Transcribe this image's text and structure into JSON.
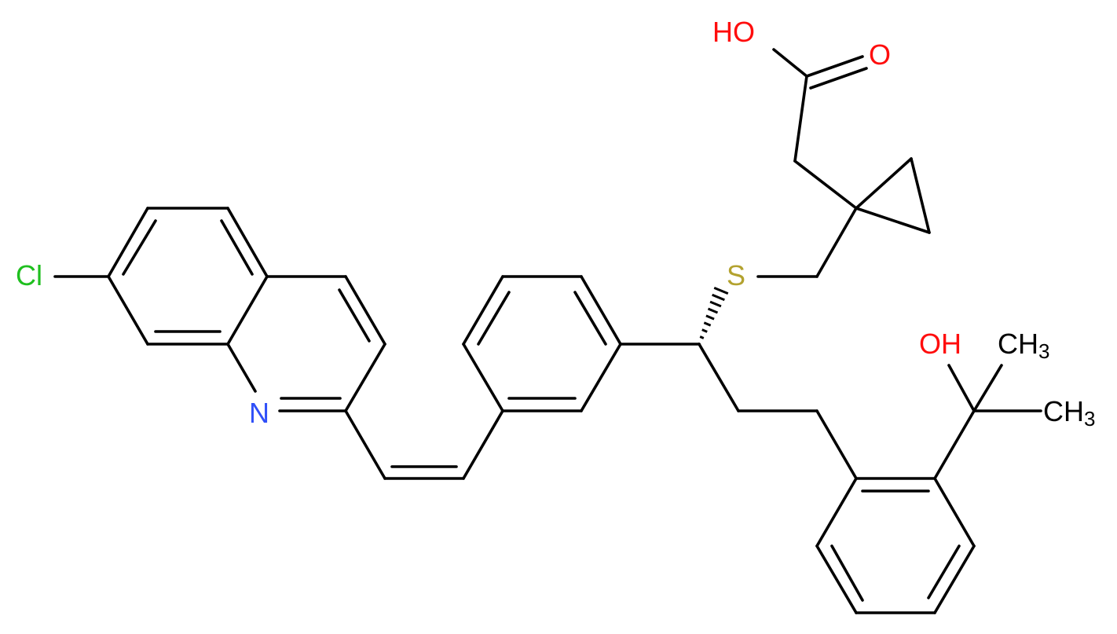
{
  "diagram": {
    "atom_labels": {
      "chlorine": "Cl",
      "nitrogen": "N",
      "sulfur": "S",
      "acid_hydroxyl": "HO",
      "carbonyl_oxygen": "O",
      "tertiary_hydroxyl": "OH",
      "methyl_top": "CH",
      "methyl_top_subscript": "3",
      "methyl_bottom": "CH",
      "methyl_bottom_subscript": "3"
    },
    "colors": {
      "bond": "#000000",
      "chlorine": "#1fbf1f",
      "nitrogen": "#3050f8",
      "sulfur": "#b3a22f",
      "oxygen": "#ff0d0d",
      "carbon_label": "#000000"
    }
  }
}
